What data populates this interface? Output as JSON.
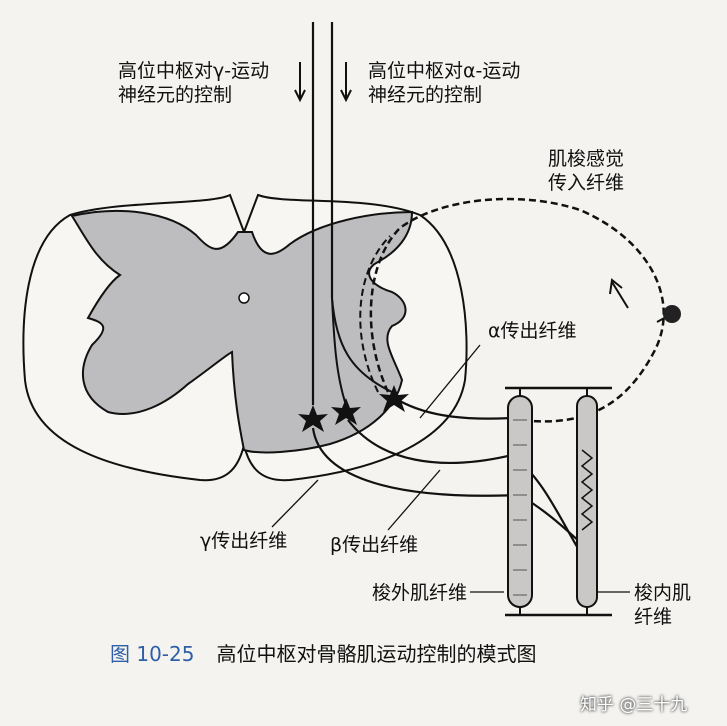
{
  "labels": {
    "gamma_control_line1": "高位中枢对γ-运动",
    "gamma_control_line2": "神经元的控制",
    "alpha_control_line1": "高位中枢对α-运动",
    "alpha_control_line2": "神经元的控制",
    "spindle_afferent_line1": "肌梭感觉",
    "spindle_afferent_line2": "传入纤维",
    "alpha_efferent": "α传出纤维",
    "gamma_efferent": "γ传出纤维",
    "beta_efferent": "β传出纤维",
    "extrafusal": "梭外肌纤维",
    "intrafusal_line1": "梭内肌",
    "intrafusal_line2": "纤维"
  },
  "caption": {
    "figure_number": "图 10-25",
    "title": "高位中枢对骨骼肌运动控制的模式图"
  },
  "watermark": "知乎 @三十九",
  "colors": {
    "gray_matter": "#bdbcbe",
    "background": "#f4f3ef",
    "caption_figure": "#2f5fa8"
  }
}
